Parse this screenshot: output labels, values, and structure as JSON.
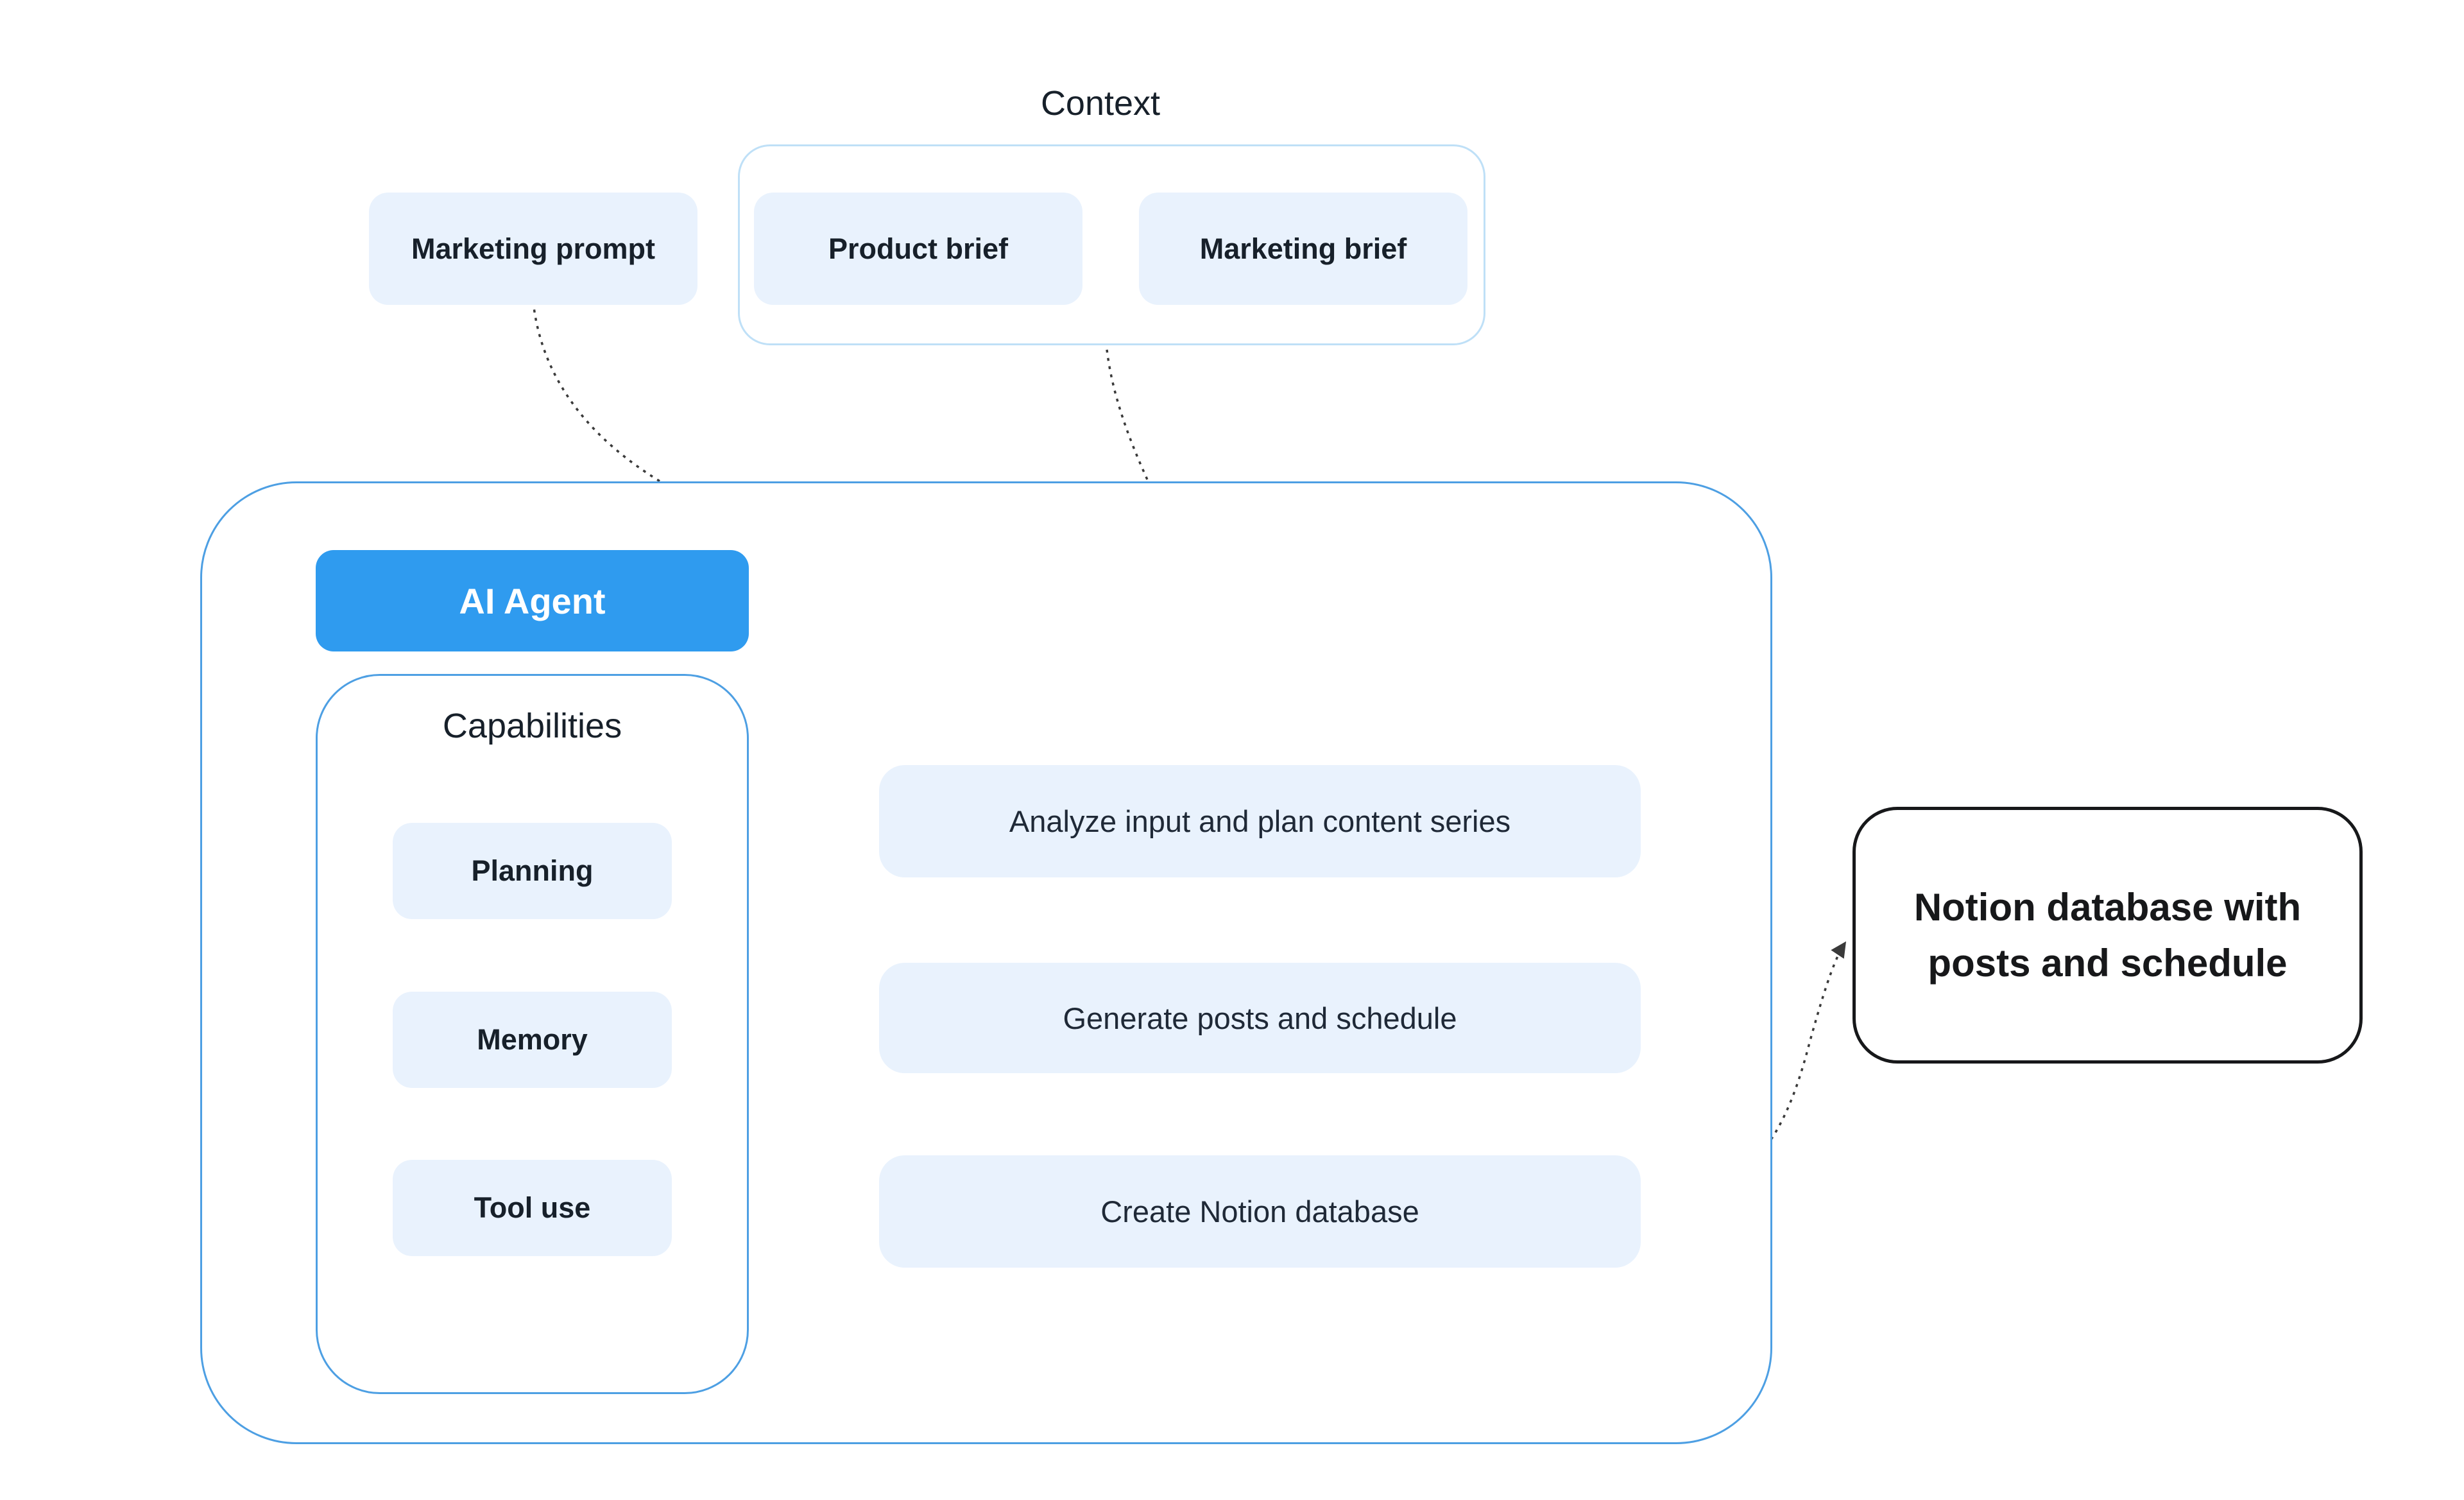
{
  "diagram": {
    "context": {
      "label": "Context",
      "items": [
        {
          "label": "Product brief"
        },
        {
          "label": "Marketing brief"
        }
      ]
    },
    "marketing_prompt": {
      "label": "Marketing prompt"
    },
    "agent": {
      "title": "AI Agent",
      "capabilities": {
        "title": "Capabilities",
        "items": [
          {
            "label": "Planning"
          },
          {
            "label": "Memory"
          },
          {
            "label": "Tool use"
          }
        ]
      },
      "steps": [
        {
          "label": "Analyze input and plan content series"
        },
        {
          "label": "Generate posts and schedule"
        },
        {
          "label": "Create Notion database"
        }
      ]
    },
    "output": {
      "label": "Notion database with posts and schedule"
    },
    "colors": {
      "accent": "#2f9bef",
      "node_fill": "#e9f2fd",
      "agent_border": "#4d9fe3",
      "context_border": "#bfe0f7",
      "output_border": "#17181a",
      "arrow": "#3a3a3a",
      "text": "#17202a"
    }
  }
}
